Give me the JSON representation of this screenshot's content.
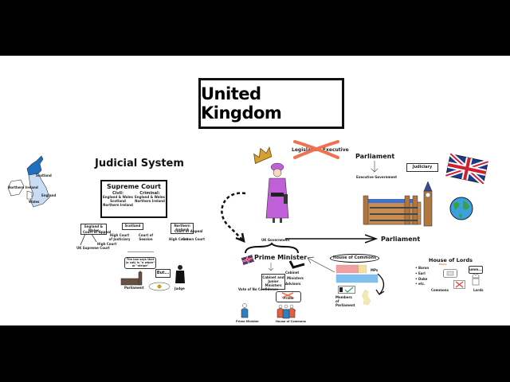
{
  "title": "United Kingdom",
  "map": {
    "labels": [
      "Scotland",
      "Northern Ireland",
      "England",
      "Wales"
    ],
    "colors": {
      "scotland": "#1f6fc0",
      "england": "#c8dcf4",
      "ni_wales": "#ffffff"
    }
  },
  "judicial": {
    "heading": "Judicial System",
    "supreme_court": {
      "title": "Supreme Court",
      "civil_label": "Civil:",
      "civil_items": [
        "England & Wales",
        "Scotland",
        "Northern Ireland"
      ],
      "criminal_label": "Criminal:",
      "criminal_items": [
        "England & Wales",
        "Northern Ireland"
      ]
    },
    "jurisdictions": [
      {
        "name": "England & Wales",
        "court": "Court of Appeal",
        "children": [
          "UK Supreme Court",
          "High Court"
        ]
      },
      {
        "name": "Scotland",
        "courts": [
          "High Court of Justiciary",
          "Court of Session"
        ]
      },
      {
        "name": "Northern Ireland",
        "court": "Court of Appeal",
        "children": [
          "High Court",
          "Crown Court"
        ]
      }
    ],
    "speech_parliament": "The law says that (a cat) is \"a wiper\" or \"stripe\"",
    "speech_judge": "But...",
    "parliament_label": "Parliament",
    "judge_label": "Judge"
  },
  "monarch": {
    "crossed_text": "Legislative Executive",
    "cross_color": "#f07050",
    "dress_color": "#c060d8",
    "crown_color": "#d4a030"
  },
  "parliament_top": {
    "heading": "Parliament",
    "sub": "Executive Government",
    "judiciary": "Judiciary"
  },
  "arrow_label": "Parliament",
  "government": {
    "label": "UK Government",
    "pm": "Prime Minister",
    "cabinet": "Cabinet and Junior Ministers",
    "cabinet_side": [
      "Cabinet",
      "Ministers",
      "Advisors"
    ],
    "vote_title": "Vote of No Confidence",
    "speech": "Prime Minister",
    "pm_label": "Prime Minister",
    "commons_label": "House of Commons"
  },
  "commons": {
    "heading": "House of Commons",
    "mps": "MPs",
    "members": "Members of Parliament",
    "colors": {
      "red": "#f0a0a0",
      "yellow": "#f4e0a0",
      "blue": "#80c0f0"
    }
  },
  "lords": {
    "heading": "House of Lords",
    "sub": "Peers",
    "list": [
      "Baron",
      "Earl",
      "Duke",
      "etc."
    ],
    "speech": "umm...",
    "commons_label": "Commons",
    "lords_label": "Lords"
  }
}
